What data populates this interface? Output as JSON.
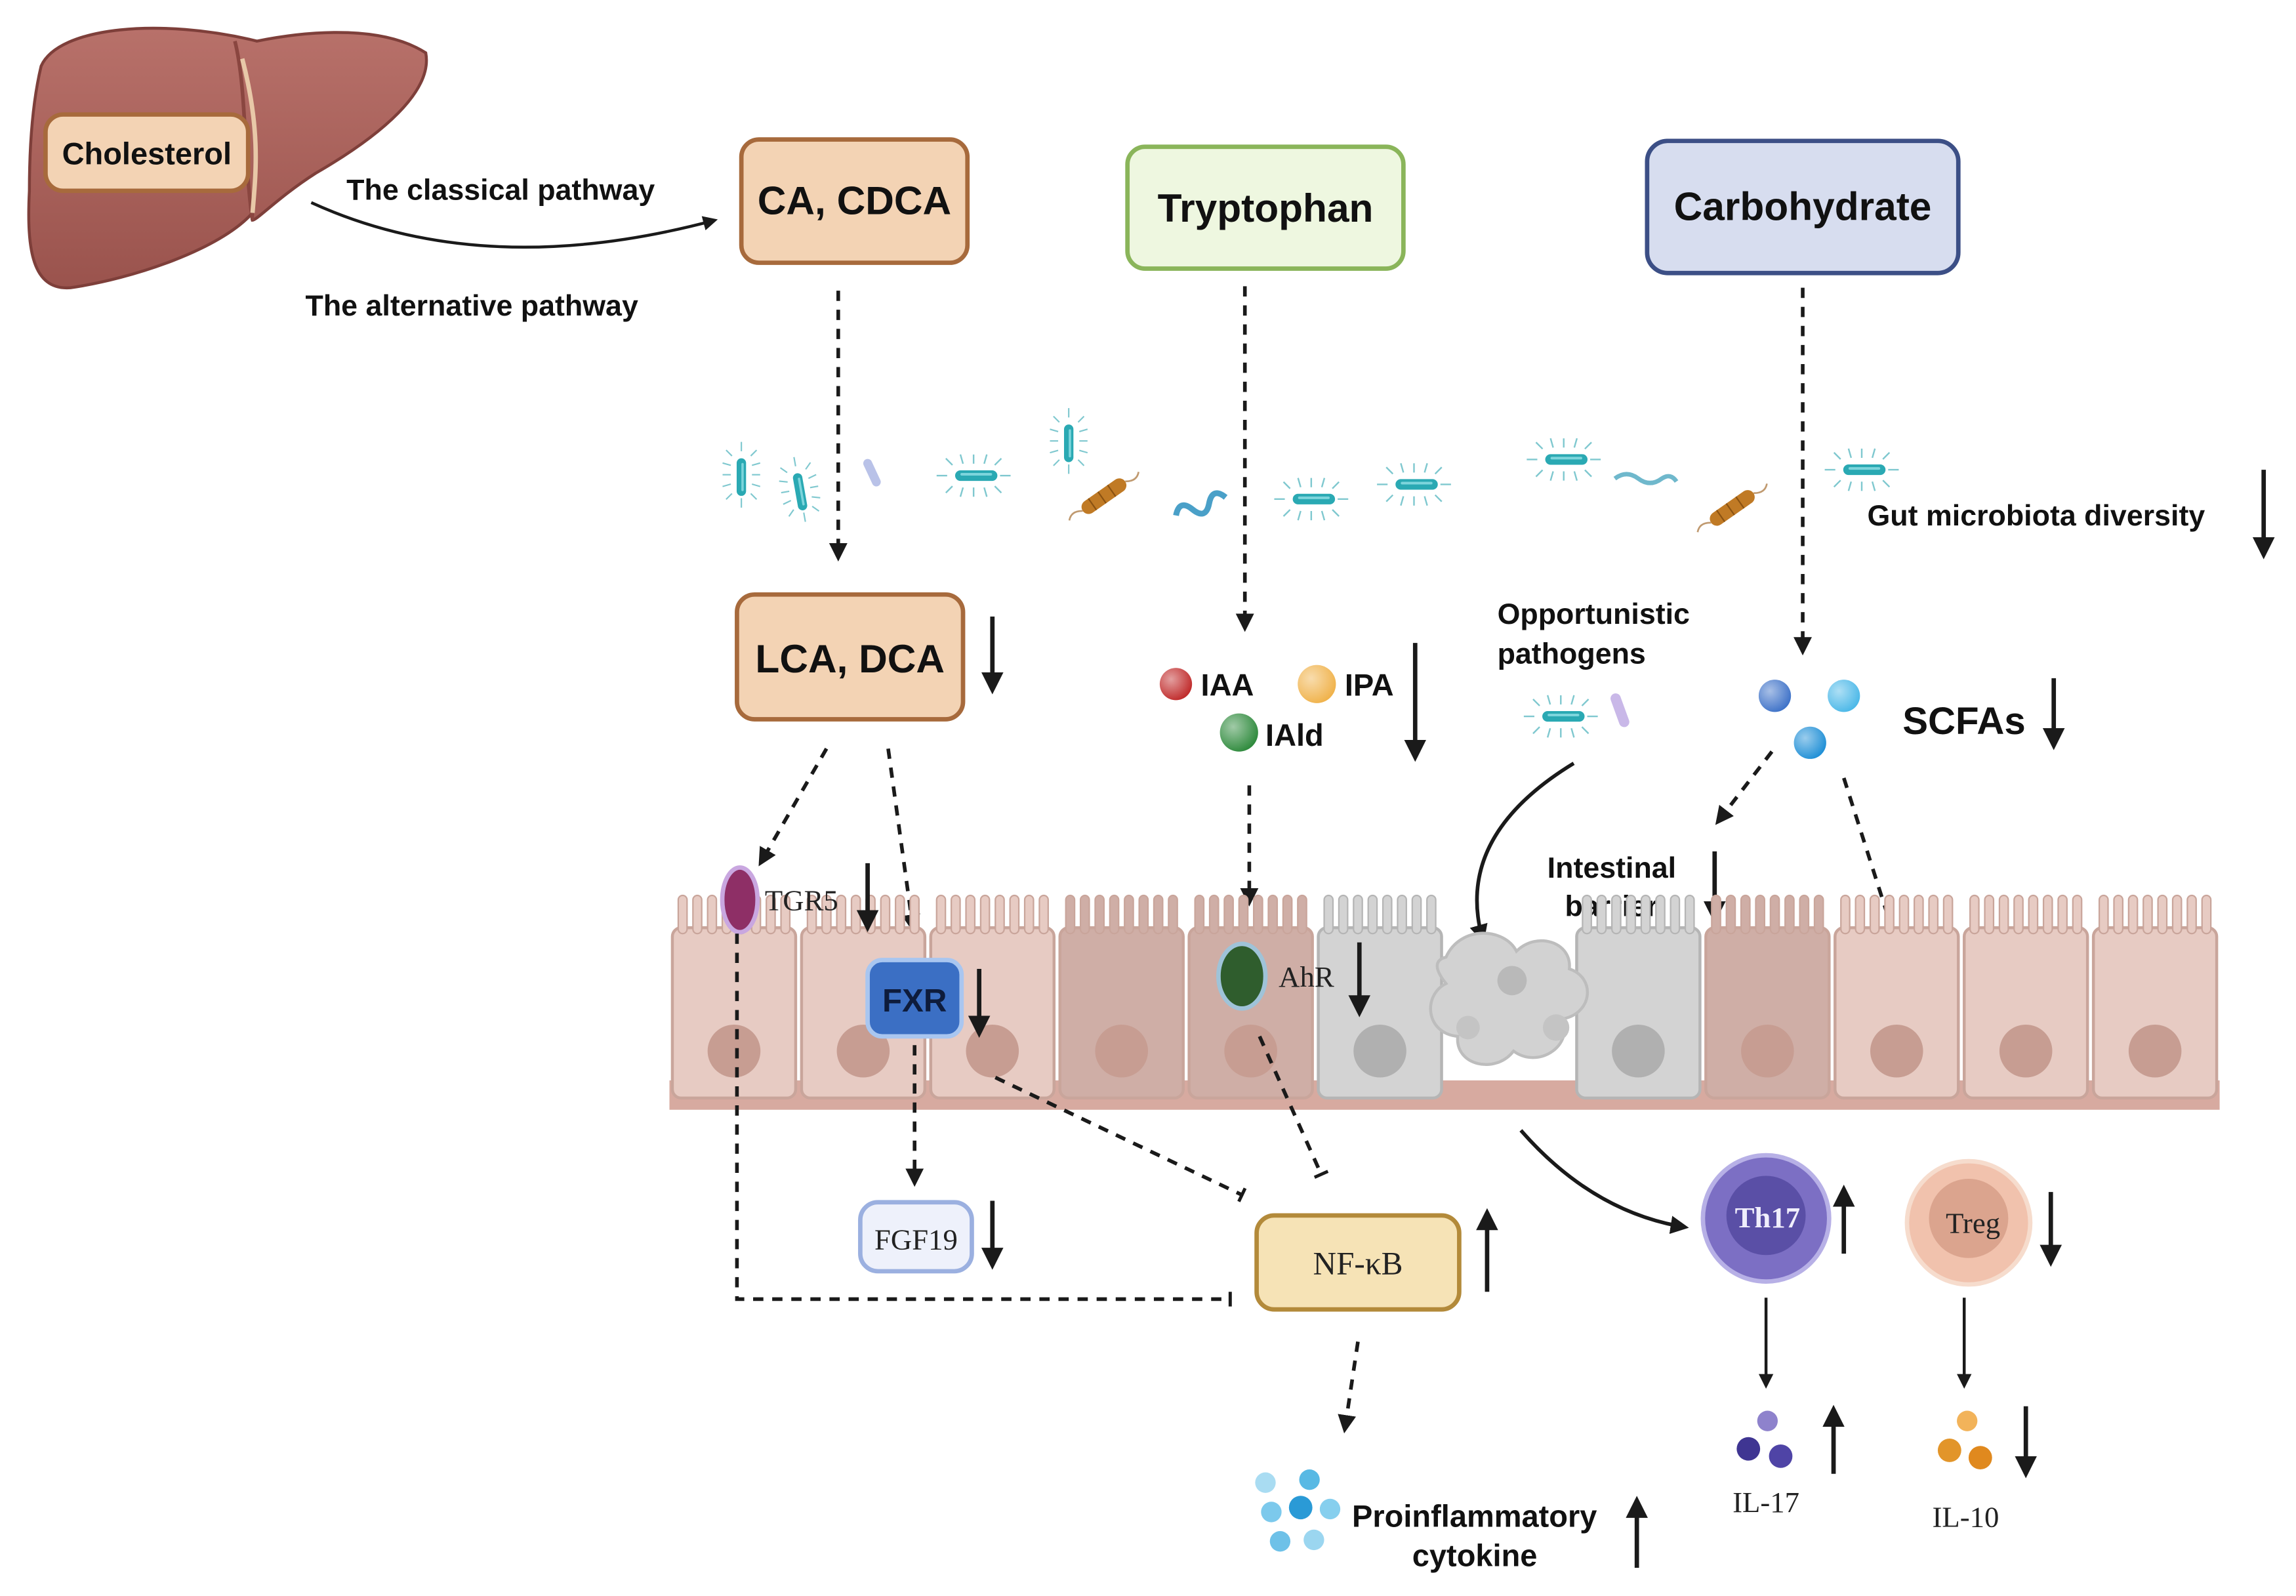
{
  "colors": {
    "liver": "#a9605a",
    "bile_box_fill": "#f3d3b4",
    "bile_box_stroke": "#a76a3c",
    "trp_box_fill": "#eef7e0",
    "trp_box_stroke": "#8ab55a",
    "carb_box_fill": "#d7ddef",
    "carb_box_stroke": "#3c4f86",
    "epithelium": "#e7cbc3",
    "dark_cell": "#cfaea6",
    "grey_cell": "#d3d3d3",
    "nucleus": "#c79d92",
    "fxr": "#3b6fc4",
    "tgr5": "#8e2f66",
    "ahr": "#2f5d2d",
    "th17": "#7c6fc4",
    "treg": "#f1c2ad",
    "nfkb_fill": "#f6e3b6",
    "nfkb_stroke": "#b38a3a",
    "iaa": "#c02a2a",
    "ipa": "#f0b24a",
    "iald": "#2e8a3c",
    "cytokine": "#58b9e4",
    "il17": "#584ba6",
    "il10": "#e2952a",
    "scfa_dark": "#3e72c8",
    "scfa_light": "#4bb8e8",
    "bacteria_teal": "#2aa9b3",
    "bacteria_brown": "#c07a25"
  },
  "labels": {
    "cholesterol": "Cholesterol",
    "classical_pathway": "The classical pathway",
    "alternative_pathway": "The alternative pathway",
    "primary_bile_acids": "CA, CDCA",
    "tryptophan": "Tryptophan",
    "carbohydrate": "Carbohydrate",
    "gut_microbiota_diversity": "Gut microbiota diversity",
    "secondary_bile_acids": "LCA, DCA",
    "iaa": "IAA",
    "ipa": "IPA",
    "iald": "IAld",
    "opportunistic_line1": "Opportunistic",
    "opportunistic_line2": "pathogens",
    "scfas": "SCFAs",
    "barrier_line1": "Intestinal",
    "barrier_line2": "barrier",
    "tgr5": "TGR5",
    "fxr": "FXR",
    "ahr": "AhR",
    "fgf19": "FGF19",
    "nfkb": "NF-κB",
    "th17": "Th17",
    "treg": "Treg",
    "il17": "IL-17",
    "il10": "IL-10",
    "proinflammatory_line1": "Proinflammatory",
    "proinflammatory_line2": "cytokine"
  }
}
